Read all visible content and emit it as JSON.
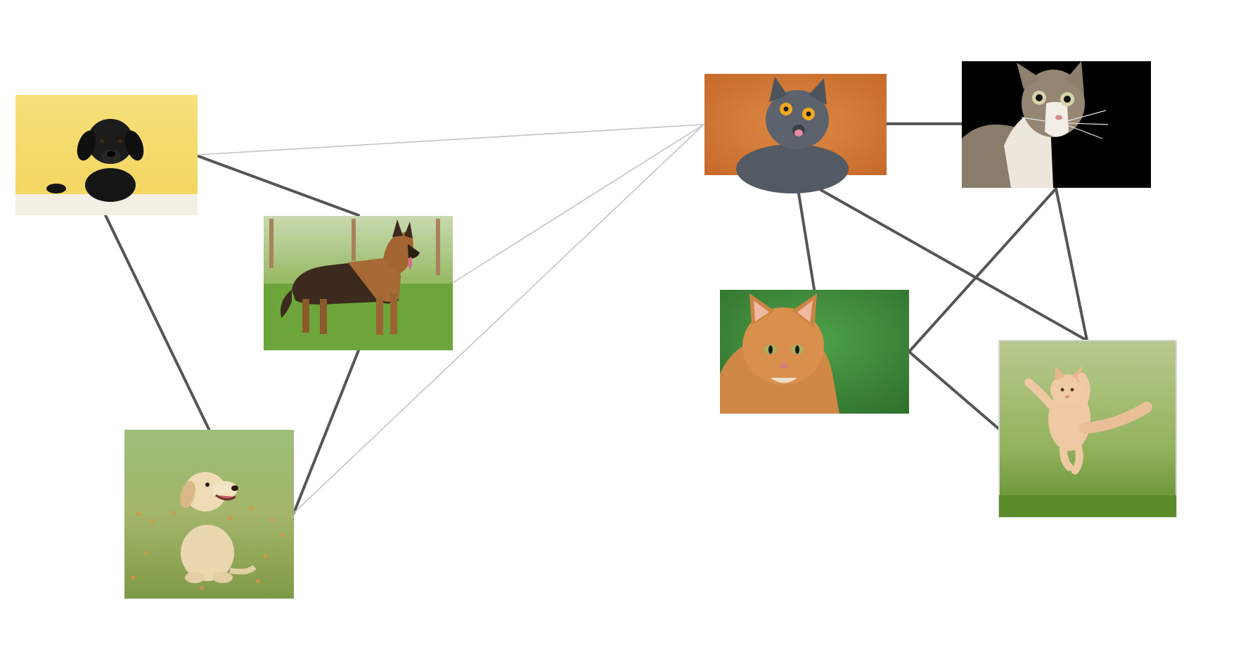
{
  "diagram": {
    "background": "#ffffff",
    "strong_edge_color": "#555555",
    "weak_edge_color": "#c4c4c4",
    "nodes": [
      {
        "id": "black-lab-puppy",
        "kind": "dog"
      },
      {
        "id": "german-shepherd",
        "kind": "dog"
      },
      {
        "id": "golden-retriever-puppy",
        "kind": "dog"
      },
      {
        "id": "gray-british-shorthair",
        "kind": "cat"
      },
      {
        "id": "tabby-white-cat",
        "kind": "cat"
      },
      {
        "id": "orange-tabby-cat",
        "kind": "cat"
      },
      {
        "id": "jumping-cream-kitten",
        "kind": "cat"
      }
    ],
    "edges": [
      {
        "from": "black-lab-puppy",
        "to": "german-shepherd",
        "strength": "strong"
      },
      {
        "from": "black-lab-puppy",
        "to": "golden-retriever-puppy",
        "strength": "strong"
      },
      {
        "from": "german-shepherd",
        "to": "golden-retriever-puppy",
        "strength": "strong"
      },
      {
        "from": "gray-british-shorthair",
        "to": "tabby-white-cat",
        "strength": "strong"
      },
      {
        "from": "gray-british-shorthair",
        "to": "orange-tabby-cat",
        "strength": "strong"
      },
      {
        "from": "gray-british-shorthair",
        "to": "jumping-cream-kitten",
        "strength": "strong"
      },
      {
        "from": "tabby-white-cat",
        "to": "orange-tabby-cat",
        "strength": "strong"
      },
      {
        "from": "tabby-white-cat",
        "to": "jumping-cream-kitten",
        "strength": "strong"
      },
      {
        "from": "orange-tabby-cat",
        "to": "jumping-cream-kitten",
        "strength": "strong"
      },
      {
        "from": "black-lab-puppy",
        "to": "gray-british-shorthair",
        "strength": "weak"
      },
      {
        "from": "german-shepherd",
        "to": "gray-british-shorthair",
        "strength": "weak"
      },
      {
        "from": "golden-retriever-puppy",
        "to": "gray-british-shorthair",
        "strength": "weak"
      }
    ]
  }
}
